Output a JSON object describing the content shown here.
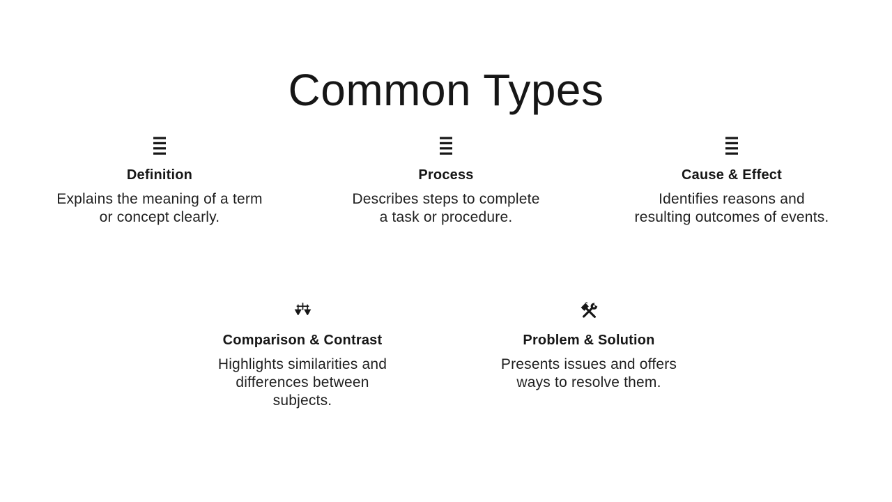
{
  "title": "Common Types",
  "colors": {
    "background": "#ffffff",
    "heading": "#161616",
    "body": "#1f1f1f"
  },
  "cards": [
    {
      "icon": "list-icon",
      "title": "Definition",
      "description": "Explains the meaning of a term\nor concept clearly."
    },
    {
      "icon": "list-icon",
      "title": "Process",
      "description": "Describes steps to complete\na task or procedure."
    },
    {
      "icon": "list-icon",
      "title": "Cause & Effect",
      "description": "Identifies reasons and\nresulting outcomes of events."
    },
    {
      "icon": "scales-icon",
      "title": "Comparison & Contrast",
      "description": "Highlights similarities and\ndifferences between\nsubjects."
    },
    {
      "icon": "tools-icon",
      "title": "Problem & Solution",
      "description": "Presents issues and offers\nways to resolve them."
    }
  ]
}
